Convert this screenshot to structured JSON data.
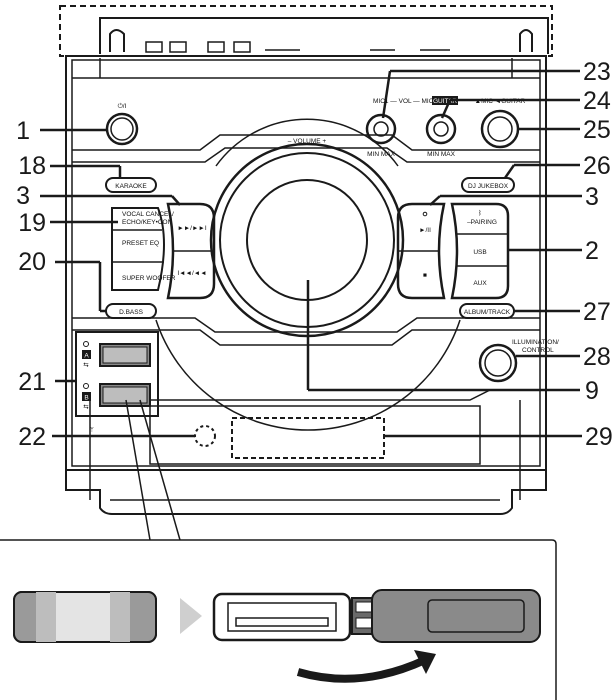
{
  "callouts": {
    "c1": "1",
    "c18": "18",
    "c3l": "3",
    "c19": "19",
    "c20": "20",
    "c21": "21",
    "c22": "22",
    "c23": "23",
    "c24": "24",
    "c25": "25",
    "c26": "26",
    "c3r": "3",
    "c2": "2",
    "c27": "27",
    "c28": "28",
    "c9": "9",
    "c29": "29"
  },
  "panel": {
    "volume": "–   VOLUME   +",
    "mic1_vol_mic2": "MIC1 — VOL — MIC2",
    "guitar": "GUITAR",
    "mic_guitar": "▲MIC ◄GUITAR",
    "min_max": "MIN   MAX",
    "karaoke": "KARAOKE",
    "dj_jukebox": "DJ JUKEBOX",
    "vocal_cancel": "VOCAL CANCEL/",
    "echo_key": "ECHO/KEY•CON",
    "preset_eq": "PRESET EQ",
    "super_woofer": "SUPER WOOFER",
    "dbass": "D.BASS",
    "pairing": "–PAIRING",
    "usb": "USB",
    "aux": "AUX",
    "album_track": "ALBUM/TRACK",
    "illumination": "ILLUMINATION/",
    "control": "CONTROL",
    "port_a": "A",
    "port_b": "B",
    "play_pause": "►/II",
    "stop": "■",
    "next": "►►/►►I",
    "prev": "I◄◄/◄◄",
    "power": "⏻/I"
  },
  "colors": {
    "line": "#1a1a1a",
    "fill_dark": "#8a8a8a",
    "fill_light": "#e4e4e4",
    "arrow": "#cfcfcf"
  }
}
